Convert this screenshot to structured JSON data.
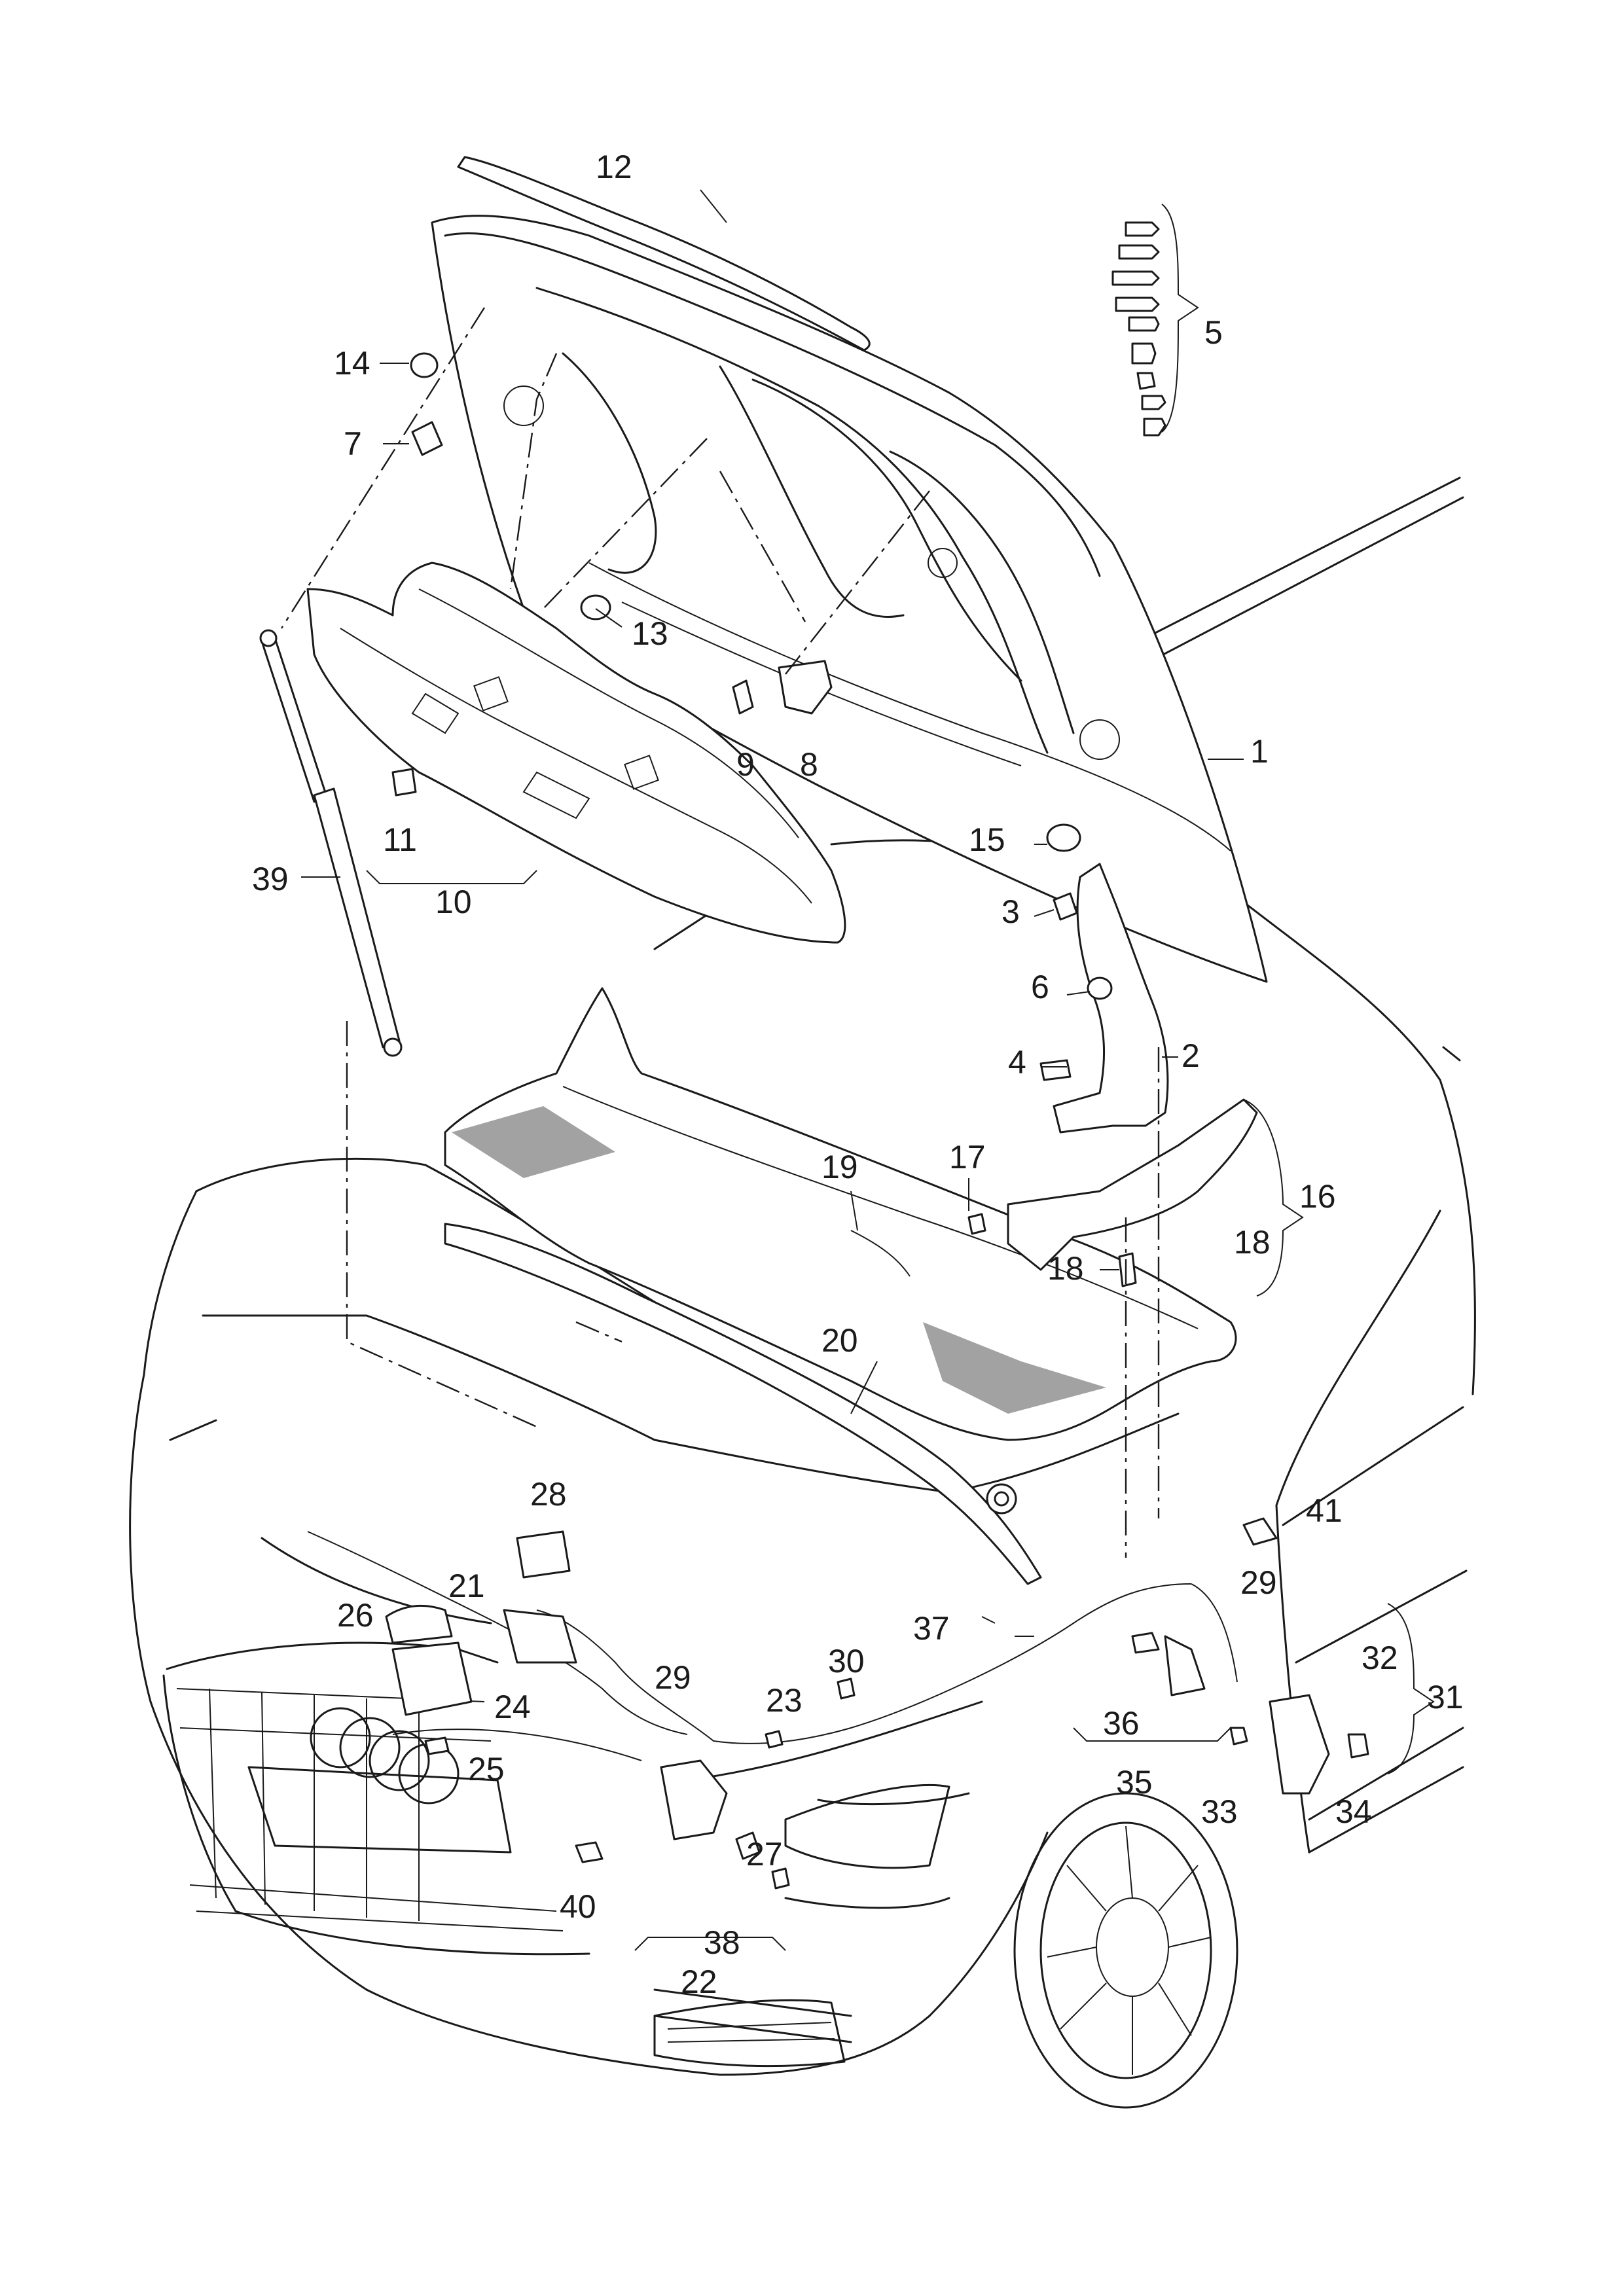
{
  "callouts": [
    {
      "id": "c1",
      "text": "1"
    },
    {
      "id": "c2",
      "text": "2"
    },
    {
      "id": "c3",
      "text": "3"
    },
    {
      "id": "c4",
      "text": "4"
    },
    {
      "id": "c5",
      "text": "5"
    },
    {
      "id": "c6",
      "text": "6"
    },
    {
      "id": "c7",
      "text": "7"
    },
    {
      "id": "c8",
      "text": "8"
    },
    {
      "id": "c9",
      "text": "9"
    },
    {
      "id": "c10",
      "text": "10"
    },
    {
      "id": "c11",
      "text": "11"
    },
    {
      "id": "c12",
      "text": "12"
    },
    {
      "id": "c13",
      "text": "13"
    },
    {
      "id": "c14",
      "text": "14"
    },
    {
      "id": "c15",
      "text": "15"
    },
    {
      "id": "c16",
      "text": "16"
    },
    {
      "id": "c17",
      "text": "17"
    },
    {
      "id": "c18a",
      "text": "18"
    },
    {
      "id": "c18b",
      "text": "18"
    },
    {
      "id": "c19",
      "text": "19"
    },
    {
      "id": "c20",
      "text": "20"
    },
    {
      "id": "c21",
      "text": "21"
    },
    {
      "id": "c22",
      "text": "22"
    },
    {
      "id": "c23",
      "text": "23"
    },
    {
      "id": "c24",
      "text": "24"
    },
    {
      "id": "c25",
      "text": "25"
    },
    {
      "id": "c26",
      "text": "26"
    },
    {
      "id": "c27",
      "text": "27"
    },
    {
      "id": "c28",
      "text": "28"
    },
    {
      "id": "c29a",
      "text": "29"
    },
    {
      "id": "c29b",
      "text": "29"
    },
    {
      "id": "c30",
      "text": "30"
    },
    {
      "id": "c31",
      "text": "31"
    },
    {
      "id": "c32",
      "text": "32"
    },
    {
      "id": "c33",
      "text": "33"
    },
    {
      "id": "c34",
      "text": "34"
    },
    {
      "id": "c35",
      "text": "35"
    },
    {
      "id": "c36",
      "text": "36"
    },
    {
      "id": "c37",
      "text": "37"
    },
    {
      "id": "c38",
      "text": "38"
    },
    {
      "id": "c39",
      "text": "39"
    },
    {
      "id": "c40",
      "text": "40"
    },
    {
      "id": "c41",
      "text": "41"
    }
  ]
}
